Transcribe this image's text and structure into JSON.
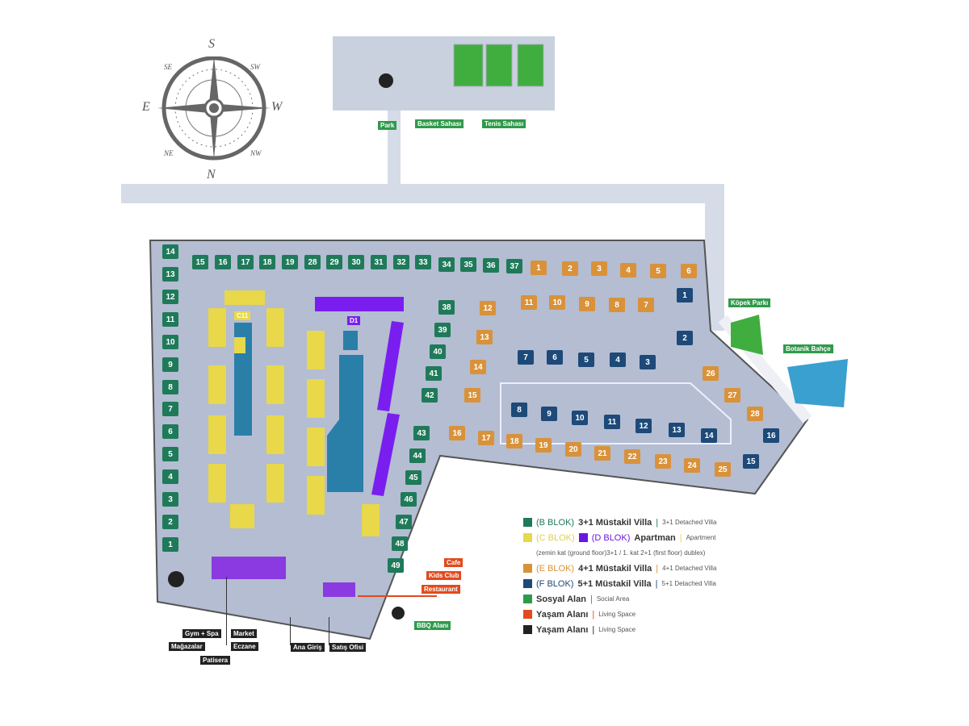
{
  "compass": {
    "n": "N",
    "s": "S",
    "e": "E",
    "w": "W",
    "ne": "NE",
    "nw": "NW",
    "se": "SE",
    "sw": "SW"
  },
  "blocks": {
    "b": [
      "1",
      "2",
      "3",
      "4",
      "5",
      "6",
      "7",
      "8",
      "9",
      "10",
      "11",
      "12",
      "13",
      "14",
      "15",
      "16",
      "17",
      "18",
      "19",
      "28",
      "29",
      "30",
      "31",
      "32",
      "33",
      "34",
      "35",
      "36",
      "37",
      "38",
      "39",
      "40",
      "41",
      "42",
      "43",
      "44",
      "45",
      "46",
      "47",
      "48",
      "49"
    ],
    "e": [
      "1",
      "2",
      "3",
      "4",
      "5",
      "6",
      "11",
      "10",
      "9",
      "8",
      "7",
      "12",
      "13",
      "14",
      "15",
      "16",
      "17",
      "18",
      "19",
      "20",
      "21",
      "22",
      "23",
      "24",
      "25",
      "26",
      "27",
      "28"
    ],
    "f": [
      "1",
      "2",
      "7",
      "6",
      "5",
      "4",
      "3",
      "8",
      "9",
      "10",
      "11",
      "12",
      "13",
      "14",
      "16",
      "15"
    ]
  },
  "c_label": "C11",
  "d_label": "D1",
  "amenities": {
    "park": "Park",
    "basket": "Basket Sahası",
    "tenis": "Tenis Sahası",
    "kopek": "Köpek Parkı",
    "botanik": "Botanik Bahçe",
    "cafe": "Cafe",
    "kids": "Kids Club",
    "restaurant": "Restaurant",
    "bbq": "BBQ Alanı",
    "gym": "Gym + Spa",
    "magazalar": "Mağazalar",
    "market": "Market",
    "eczane": "Eczane",
    "patisera": "Patisera",
    "ana_giris": "Ana Giriş",
    "satis": "Satış Ofisi"
  },
  "legend": [
    {
      "color": "#1f7a5a",
      "code": "(B BLOK)",
      "code_color": "#1f7a5a",
      "title": "3+1 Müstakil Villa",
      "sub": "3+1 Detached Villa"
    },
    {
      "color": "#e8d84a",
      "code": "(C BLOK)",
      "code_color": "#e0cf50",
      "color2": "#6a16e0",
      "code2": "(D BLOK)",
      "title": "Apartman",
      "sub": "Apartment"
    },
    {
      "note": "(zemin kat (ground floor)3+1 / 1. kat 2+1 (first floor) dublex)"
    },
    {
      "color": "#d9923a",
      "code": "(E BLOK)",
      "code_color": "#d9923a",
      "title": "4+1 Müstakil Villa",
      "sub": "4+1 Detached Villa"
    },
    {
      "color": "#1d4a78",
      "code": "(F BLOK)",
      "code_color": "#1d4a78",
      "title": "5+1 Müstakil Villa",
      "sub": "5+1 Detached Villa"
    },
    {
      "color": "#2f9a4a",
      "title": "Sosyal Alan",
      "sub": "Social Area"
    },
    {
      "color": "#e24a1c",
      "title": "Yaşam Alanı",
      "sub": "Living Space"
    },
    {
      "color": "#222222",
      "title": "Yaşam Alanı",
      "sub": "Living Space"
    }
  ]
}
